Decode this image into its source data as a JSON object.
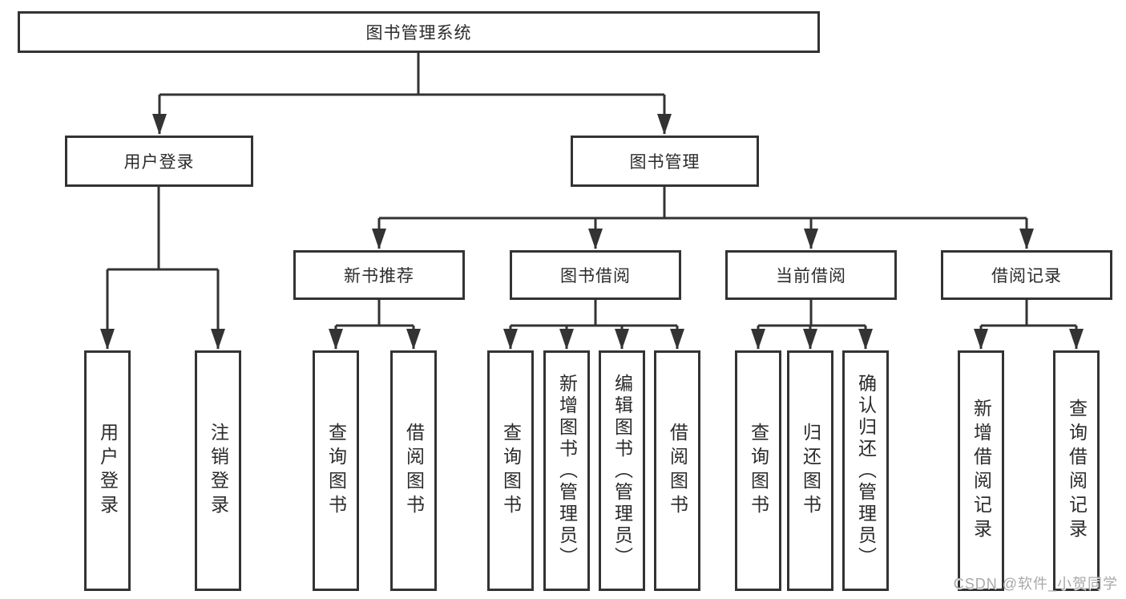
{
  "tree": {
    "root": {
      "label": "图书管理系统",
      "children": [
        {
          "label": "用户登录",
          "children": [
            {
              "label": "用户登录"
            },
            {
              "label": "注销登录"
            }
          ]
        },
        {
          "label": "图书管理",
          "children": [
            {
              "label": "新书推荐",
              "children": [
                {
                  "label": "查询图书"
                },
                {
                  "label": "借阅图书"
                }
              ]
            },
            {
              "label": "图书借阅",
              "children": [
                {
                  "label": "查询图书"
                },
                {
                  "label": "新增图书（管理员）"
                },
                {
                  "label": "编辑图书（管理员）"
                },
                {
                  "label": "借阅图书"
                }
              ]
            },
            {
              "label": "当前借阅",
              "children": [
                {
                  "label": "查询图书"
                },
                {
                  "label": "归还图书"
                },
                {
                  "label": "确认归还（管理员）"
                }
              ]
            },
            {
              "label": "借阅记录",
              "children": [
                {
                  "label": "新增借阅记录"
                },
                {
                  "label": "查询借阅记录"
                }
              ]
            }
          ]
        }
      ]
    }
  },
  "watermark": "CSDN @软件_小贺同学",
  "colors": {
    "line": "#333333",
    "text": "#2b2b2b",
    "box_bg": "#ffffff",
    "page_bg": "#ffffff",
    "watermark": "#a9a9a9"
  }
}
